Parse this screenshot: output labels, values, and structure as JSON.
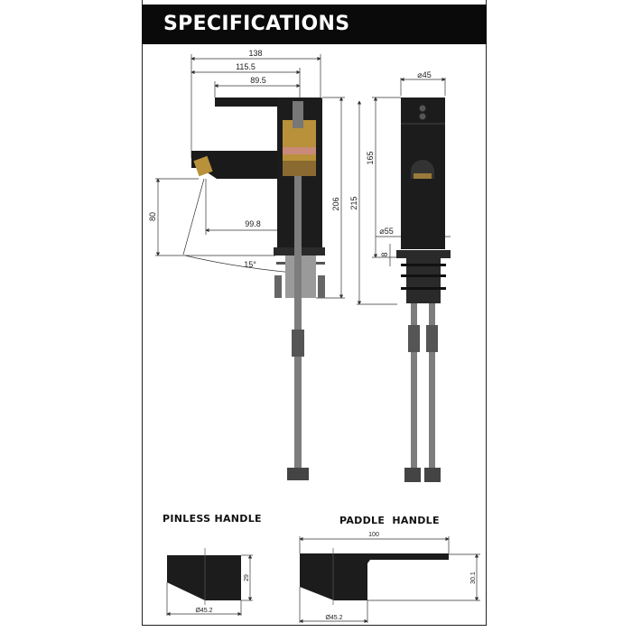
{
  "header": {
    "title": "SPECIFICATIONS"
  },
  "side_view": {
    "dims": {
      "overall_length": "138",
      "spout_to_center": "115.5",
      "handle_length": "89.5",
      "spout_reach": "99.8",
      "spout_height": "80",
      "angle": "15°",
      "body_height": "206"
    }
  },
  "front_view": {
    "dims": {
      "total_height": "215",
      "body_height": "165",
      "top_diameter": "⌀45",
      "base_diameter": "⌀55",
      "base_thickness": "8"
    }
  },
  "handles": {
    "pinless": {
      "label": "PINLESS HANDLE",
      "height": "29",
      "diameter": "Ø45.2"
    },
    "paddle": {
      "label": "PADDLE  HANDLE",
      "length": "100",
      "height": "30.1",
      "diameter": "Ø45.2"
    }
  },
  "colors": {
    "body": "#1a1a1a",
    "brass": "#b8913a",
    "steel": "#8a8a8a"
  }
}
